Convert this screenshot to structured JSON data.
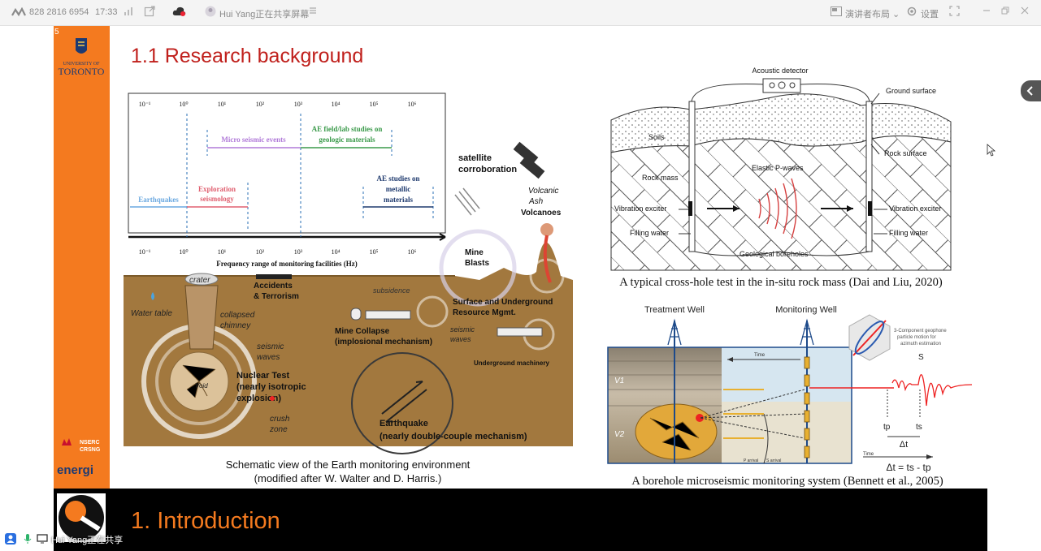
{
  "topbar": {
    "meeting_id": "828 2816 6954",
    "time": "17:33",
    "sharing": "Hui Yang正在共享屏幕",
    "presenter_layout": "演讲者布局",
    "settings": "设置"
  },
  "slide": {
    "number": "5",
    "title": "1.1 Research background",
    "university_line1": "UNIVERSITY OF",
    "university_line2": "TORONTO",
    "nserc": "NSERC",
    "crsng": "CRSNG",
    "energi": "energi",
    "section_title": "1. Introduction",
    "freq_chart": {
      "ticks": [
        "10⁻¹",
        "10⁰",
        "10¹",
        "10²",
        "10³",
        "10⁴",
        "10⁵",
        "10⁶"
      ],
      "micro_seismic": "Micro seismic events",
      "ae_field": "AE field/lab studies on",
      "ae_field2": "geologic materials",
      "earthquakes": "Earthquakes",
      "exploration1": "Exploration",
      "exploration2": "seismology",
      "ae_metal1": "AE studies on",
      "ae_metal2": "metallic",
      "ae_metal3": "materials",
      "axis_label": "Frequency range of monitoring facilities (Hz)"
    },
    "earth_labels": {
      "satellite": "satellite",
      "corroboration": "corroboration",
      "volcanic": "Volcanic",
      "ash": "Ash",
      "volcanoes": "Volcanoes",
      "mine_blasts1": "Mine",
      "mine_blasts2": "Blasts",
      "crater": "crater",
      "accidents1": "Accidents",
      "accidents2": "& Terrorism",
      "subsidence": "subsidence",
      "surface1": "Surface and Underground",
      "surface2": "Resource Mgmt.",
      "water_table": "Water table",
      "collapsed1": "collapsed",
      "collapsed2": "chimney",
      "mine_collapse1": "Mine Collapse",
      "mine_collapse2": "(implosional mechanism)",
      "seismic_waves_r1": "seismic",
      "seismic_waves_r2": "waves",
      "underground_machinery": "Underground machinery",
      "seismic_l1": "seismic",
      "seismic_l2": "waves",
      "void": "Void",
      "nuclear1": "Nuclear Test",
      "nuclear2": "(nearly isotropic",
      "nuclear3": "explosion)",
      "crush1": "crush",
      "crush2": "zone",
      "earthquake1": "Earthquake",
      "earthquake2": "(nearly double-couple mechanism)"
    },
    "caption_left1": "Schematic view of the Earth monitoring environment",
    "caption_left2": "(modified after W. Walter and D. Harris.)",
    "crosshole": {
      "acoustic_detector": "Acoustic detector",
      "ground_surface": "Ground surface",
      "soils": "Soils",
      "rock_surface": "Rock surface",
      "rock_mass": "Rock mass",
      "elastic": "Elastic P-waves",
      "vib_left": "Vibration exciter",
      "vib_right": "Vibration exciter",
      "filling_left": "Filling water",
      "filling_right": "Filling water",
      "boreholes": "Geological boreholes",
      "caption": "A typical cross-hole test in the in-situ rock mass (Dai and Liu, 2020)"
    },
    "borehole": {
      "treatment_well": "Treatment Well",
      "monitoring_well": "Monitoring Well",
      "time": "Time",
      "geophone1": "3-Component geophone",
      "geophone2": "particle motion for",
      "geophone3": "azimuth estimation",
      "s": "S",
      "v1": "V1",
      "v2": "V2",
      "tp": "tp",
      "ts": "ts",
      "delta_t": "Δt",
      "formula": "Δt = ts - tp",
      "time_axis": "Time",
      "p_arrival": "P arrival",
      "s_arrival": "S arrival",
      "caption": "A borehole microseismic monitoring system (Bennett et al., 2005)"
    }
  },
  "presenter_chip": "Hui Yang正在共享"
}
